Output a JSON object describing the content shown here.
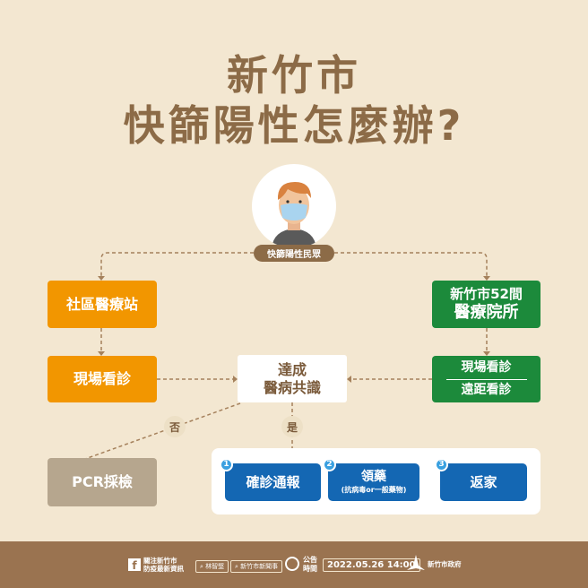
{
  "title": {
    "line1": "新竹市",
    "line2": "快篩陽性怎麼辦?"
  },
  "start_label": "快篩陽性民眾",
  "left": {
    "community": "社區醫療站",
    "onsite": "現場看診",
    "pcr": "PCR採檢"
  },
  "right": {
    "hospital_line1": "新竹市52間",
    "hospital_line2": "醫療院所",
    "onsite": "現場看診",
    "remote": "遠距看診"
  },
  "consensus": {
    "line1": "達成",
    "line2": "醫病共識"
  },
  "branches": {
    "no": "否",
    "yes": "是"
  },
  "steps": [
    {
      "num": "1",
      "label": "確診通報"
    },
    {
      "num": "2",
      "label": "領藥",
      "sub": "(抗病毒or一般藥物)"
    },
    {
      "num": "3",
      "label": "返家"
    }
  ],
  "footer": {
    "fb_line1": "關注新竹市",
    "fb_line2": "防疫最新資訊",
    "search1": "林智堅",
    "search2": "新竹市新聞事",
    "announce_line1": "公告",
    "announce_line2": "時間",
    "datetime": "2022.05.26 14:00",
    "gov": "新竹市政府"
  },
  "colors": {
    "background": "#f3e7d1",
    "title": "#8c6b47",
    "orange": "#f29600",
    "green": "#1c8a3b",
    "blue": "#1467b3",
    "pcr": "#b6a68e",
    "footer": "#9a7350"
  }
}
